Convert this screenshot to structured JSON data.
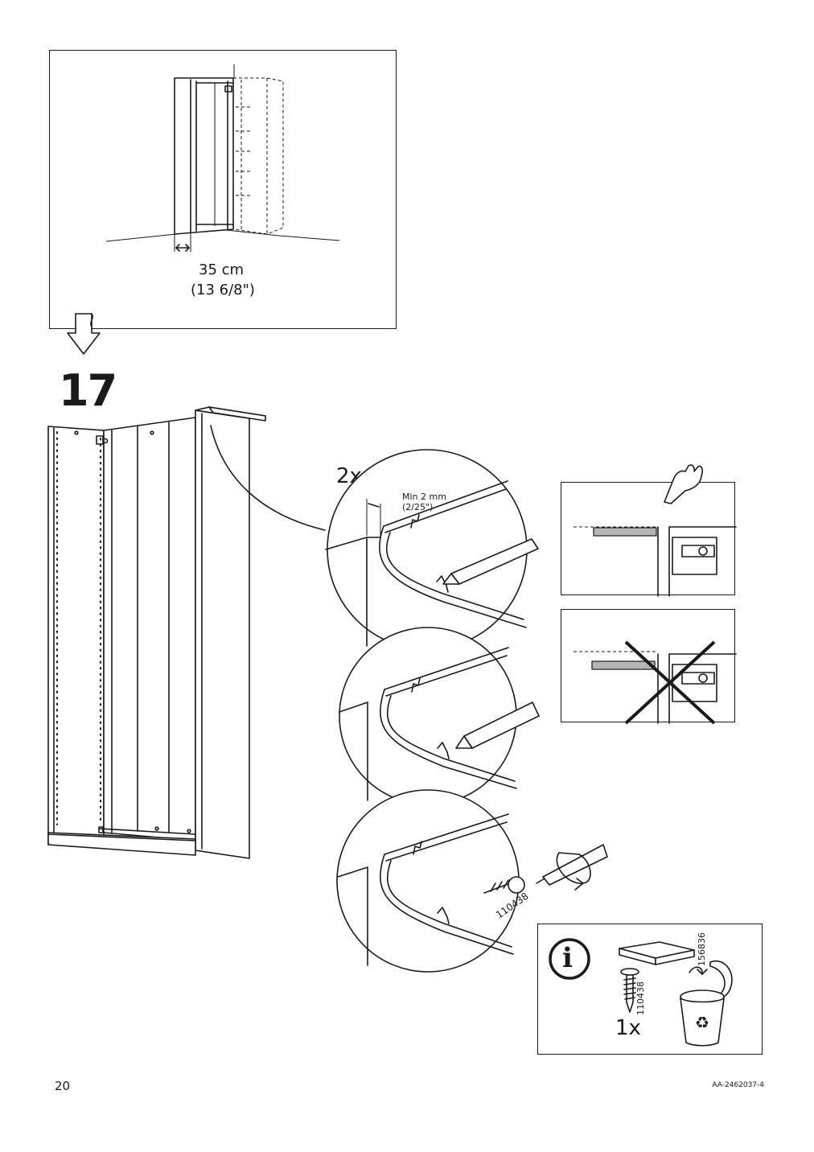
{
  "top_panel": {
    "measure_metric": "35 cm",
    "measure_imperial": "(13 6/8\")"
  },
  "step": {
    "number": "17"
  },
  "detail": {
    "quantity": "2x",
    "min_gap_metric": "Min 2 mm",
    "min_gap_imperial": "(2/25\")",
    "screw_code": "110438"
  },
  "info_box": {
    "info_symbol": "i",
    "pad_code": "156836",
    "screw_code": "110438",
    "screw_quantity": "1x",
    "icons": [
      "info-icon",
      "adhesive-pad-icon",
      "screw-icon",
      "recycling-bin-icon"
    ]
  },
  "footer": {
    "page_number": "20",
    "doc_code": "AA-2462037-4"
  }
}
